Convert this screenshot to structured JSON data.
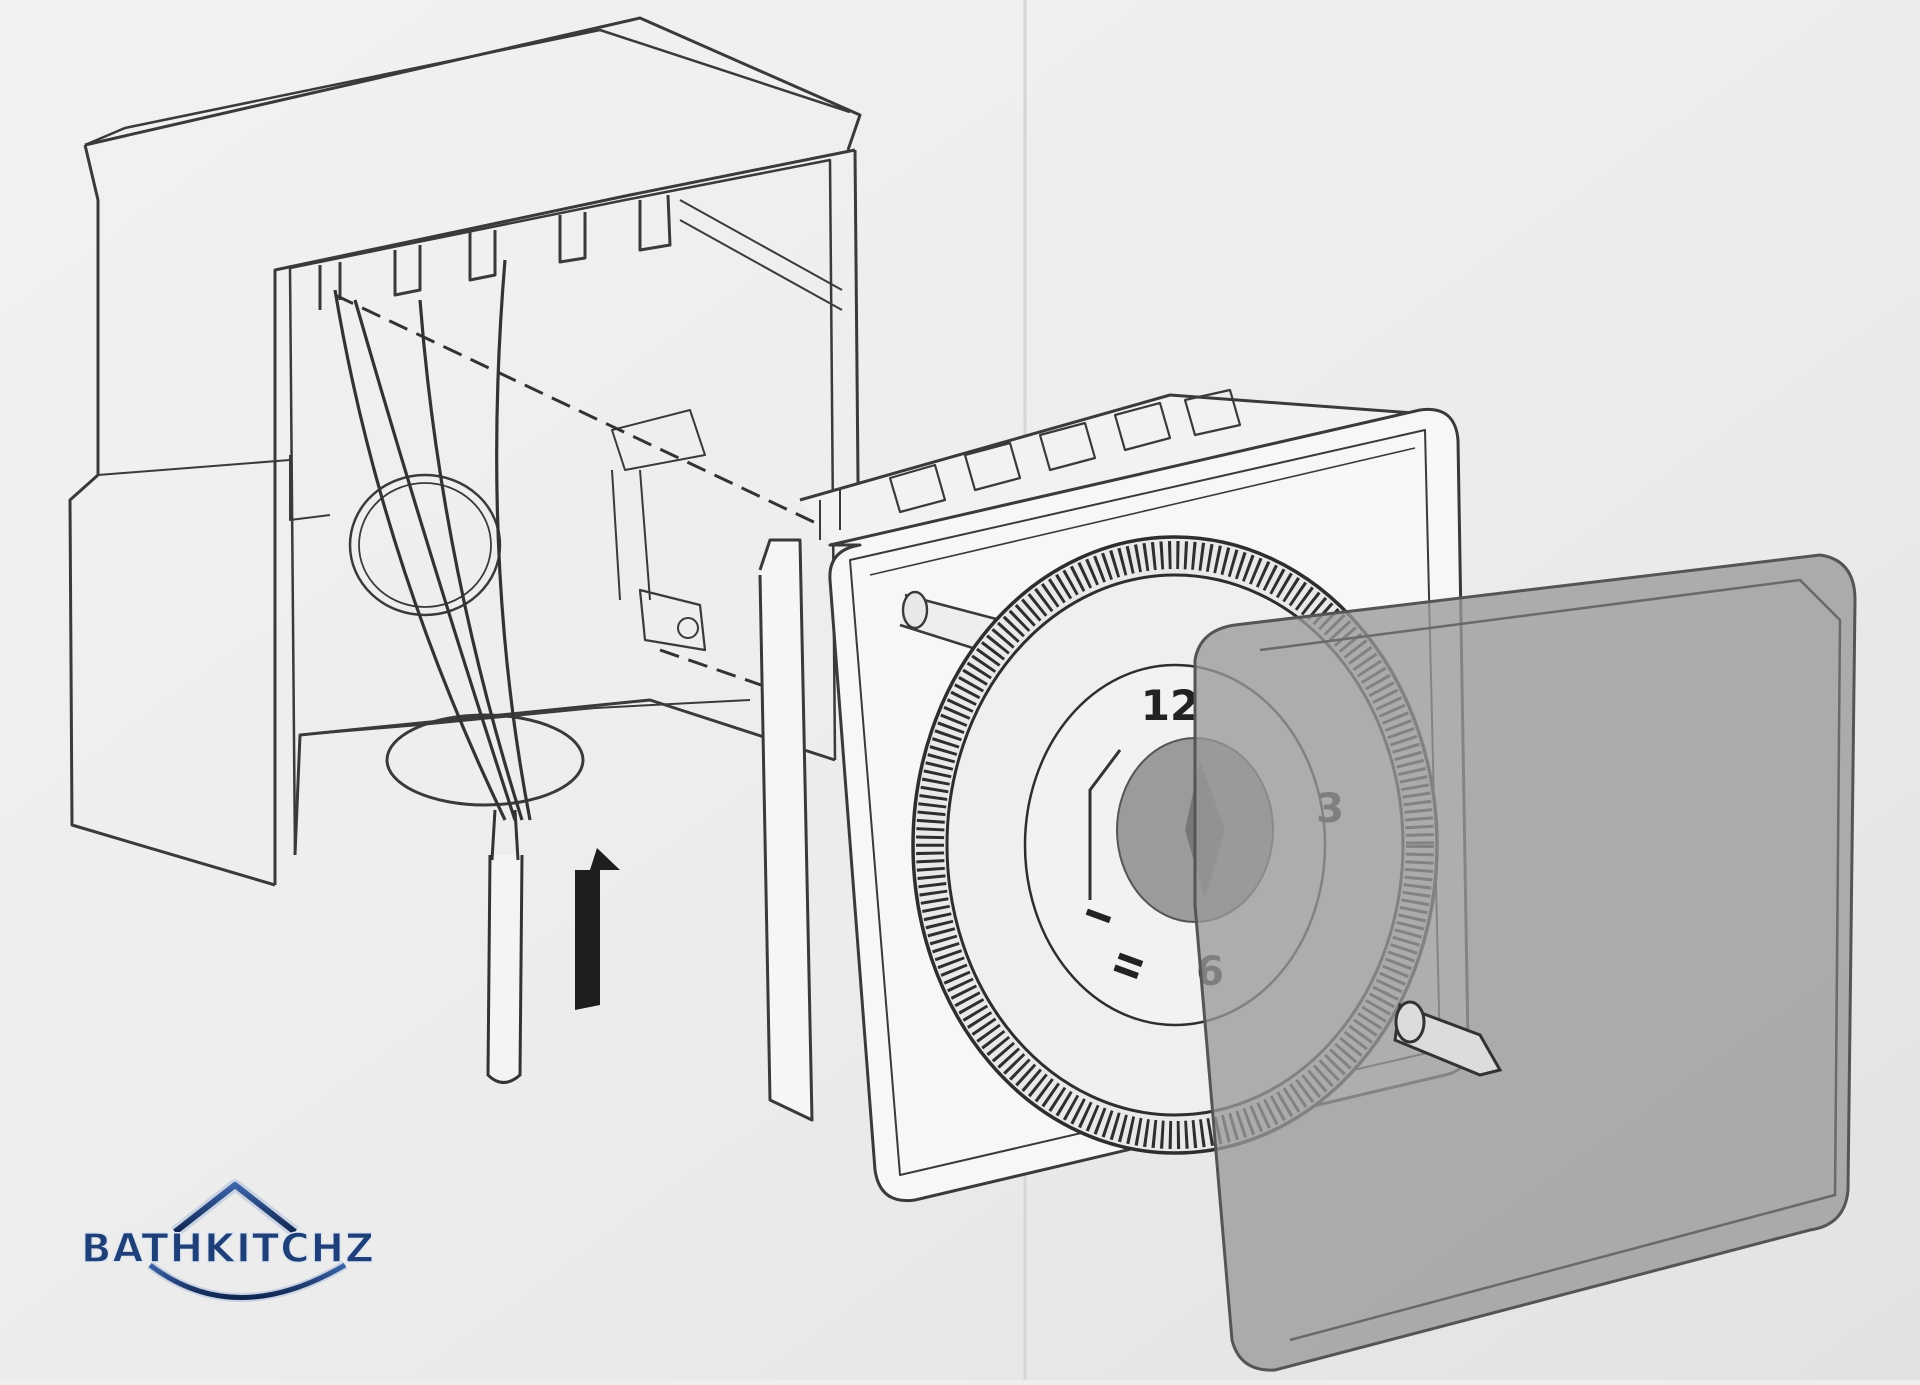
{
  "diagram": {
    "dial_numbers": [
      "12",
      "3",
      "6"
    ],
    "mode_marks": [
      "I",
      "II"
    ],
    "colors": {
      "paper": "#eeeeee",
      "line": "#3a3a3a",
      "cover_fill": "#9a9a9a",
      "logo_blue": "#1e3f78"
    }
  },
  "logo": {
    "text": "BATHKITCHZ"
  }
}
